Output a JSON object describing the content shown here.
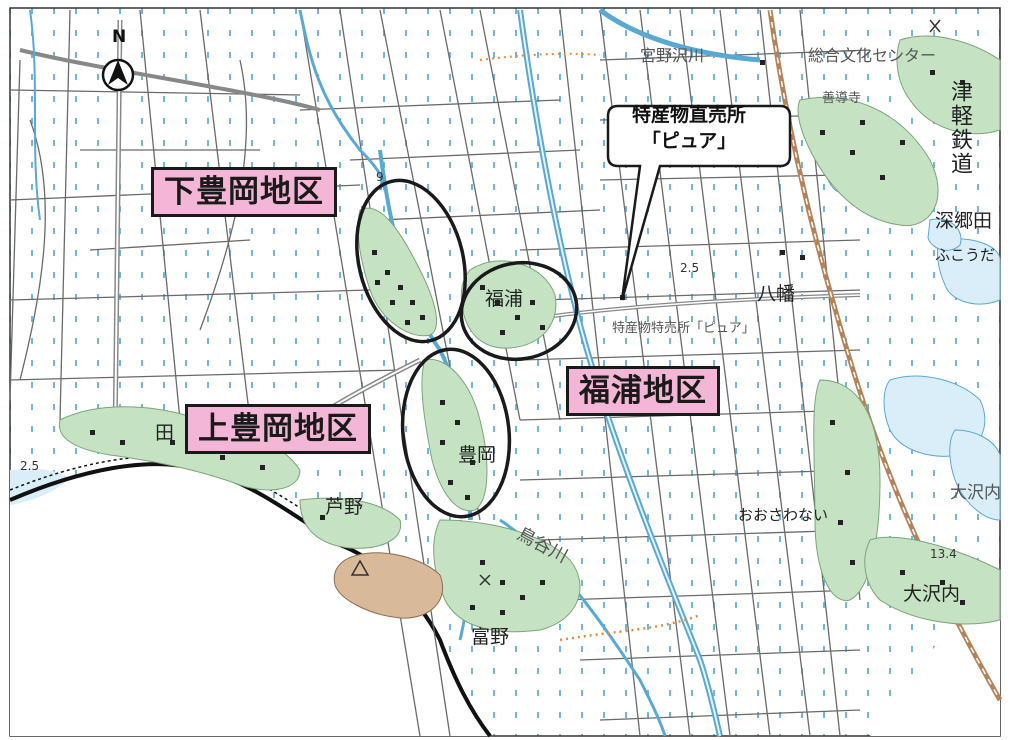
{
  "labels": {
    "north": "N",
    "callout_line1": "特産物直売所",
    "callout_line2": "「ピュア」",
    "district_shimo": "下豊岡地区",
    "district_kami": "上豊岡地区",
    "district_fukura": "福浦地区",
    "place_fukura": "福浦",
    "place_toyooka": "豊岡",
    "place_hachiman": "八幡",
    "place_ashino": "芦野",
    "place_tomino": "富野",
    "place_osawanai": "大沢内",
    "place_osawanai_kana": "おおさわない",
    "place_fukagoda": "深郷田",
    "place_fukoda_kana": "ふこうだ",
    "place_ta": "田",
    "river_torayagawa": "鳥谷川",
    "store_label": "特産物特売所「ピュア」",
    "top_text": "宮野沢川",
    "top_center": "総合文化センター",
    "temple": "善導寺",
    "railway": "津軽鉄道",
    "osawa_top": "大沢内",
    "elev_2_5a": "2.5",
    "elev_2_5b": "2.5",
    "elev_9": "9",
    "elev_13_4": "13.4"
  },
  "colors": {
    "water": "#d9eef9",
    "river": "#5aa8d4",
    "settlement": "#c5e3c3",
    "district_fill": "#f4b6d6",
    "sand": "#d8b99a"
  }
}
